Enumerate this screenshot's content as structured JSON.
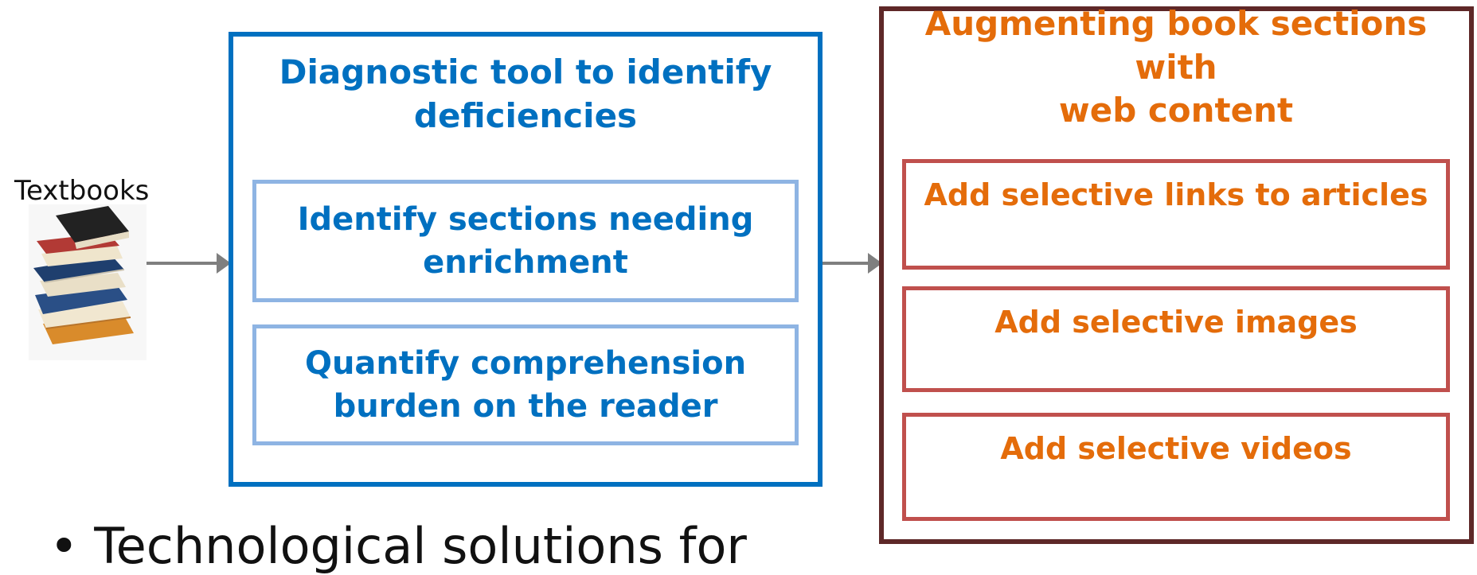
{
  "inputs": {
    "textbooks_label": "Textbooks"
  },
  "diagnostic": {
    "title_line1": "Diagnostic tool to identify",
    "title_line2": "deficiencies",
    "items": [
      {
        "line1": "Identify sections needing",
        "line2": "enrichment"
      },
      {
        "line1": "Quantify comprehension",
        "line2": "burden on the reader"
      }
    ]
  },
  "augmenting": {
    "title_line1": "Augmenting book sections with",
    "title_line2": "web content",
    "items": [
      "Add selective links to articles",
      "Add selective images",
      "Add selective videos"
    ]
  },
  "bullet": {
    "text": "• Technological solutions for"
  },
  "colors": {
    "blue_text": "#0070c0",
    "blue_inner_border": "#8eb4e3",
    "orange_text": "#e46c0a",
    "red_inner_border": "#c0504d",
    "dark_outer_border": "#5e2828",
    "arrow": "#7f7f7f"
  },
  "icons": {
    "books": "stack-of-books-image"
  }
}
